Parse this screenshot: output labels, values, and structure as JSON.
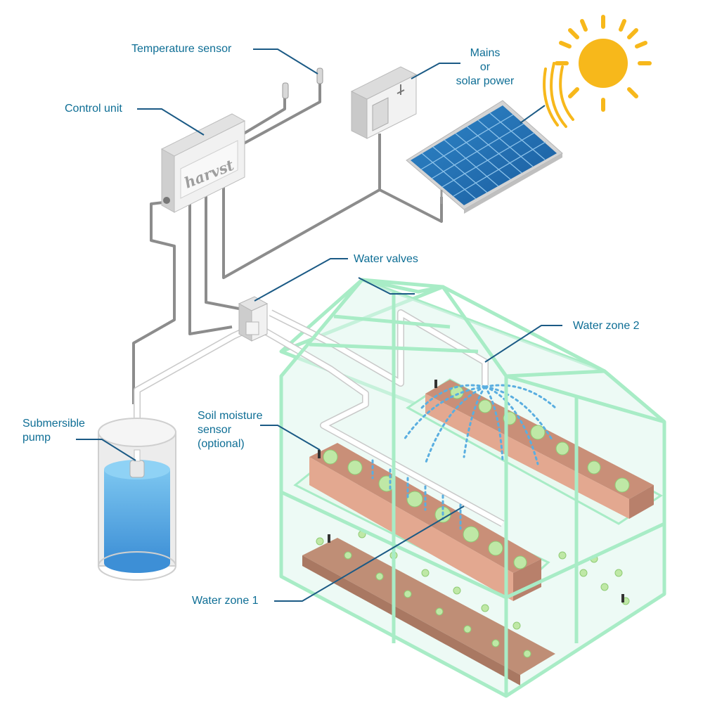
{
  "labels": {
    "temperature_sensor": "Temperature sensor",
    "control_unit": "Control unit",
    "mains_line1": "Mains",
    "mains_line2": "or",
    "mains_line3": "solar power",
    "water_valves": "Water valves",
    "water_zone_2": "Water zone 2",
    "submersible_line1": "Submersible",
    "submersible_line2": "pump",
    "soil_line1": "Soil moisture",
    "soil_line2": "sensor",
    "soil_line3": "(optional)",
    "water_zone_1": "Water zone 1"
  },
  "brand": "harvst",
  "colors": {
    "callout_text": "#0e6e95",
    "leader_line": "#1b5a85",
    "cable": "#8c8c8c",
    "pipe": "#ffffff",
    "water": "#4fa8e0",
    "greenhouse_frame": "#a8ecc6",
    "glass": "#dff6ec",
    "soil_box": "#d99a84",
    "plant": "#bfe8a6",
    "sun": "#f7b81b",
    "panel": "#1f6fb3",
    "spray": "#5aaee0"
  }
}
